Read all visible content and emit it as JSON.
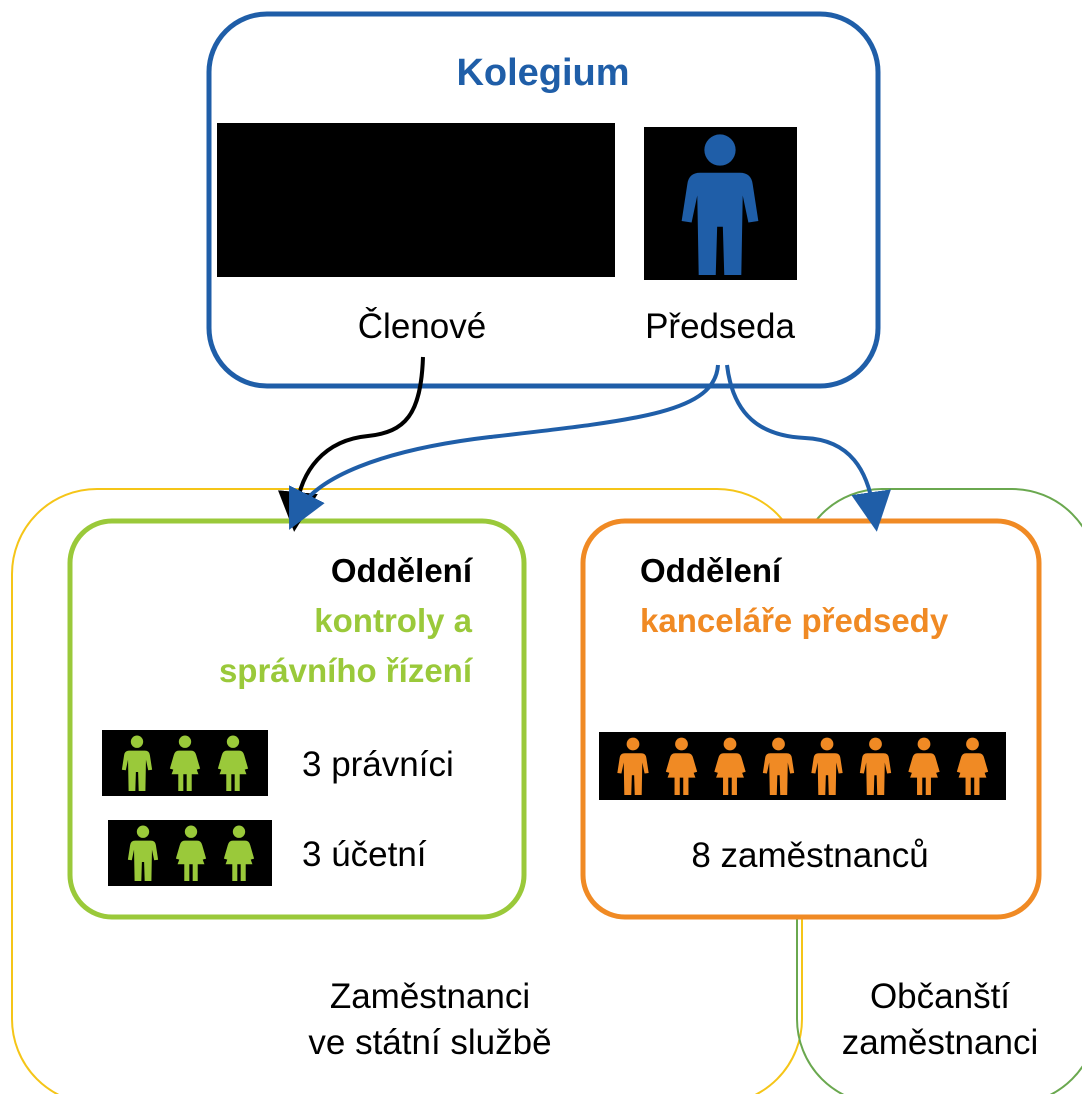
{
  "colors": {
    "blue": "#1f5ea8",
    "yellow": "#f5c518",
    "green_outline": "#6aa84f",
    "lime": "#9ac93a",
    "orange": "#f08a24",
    "black": "#000000"
  },
  "kolegium": {
    "title": "Kolegium",
    "members_label": "Členové",
    "chair_label": "Předseda",
    "chair_icon": "person-icon"
  },
  "dept_control": {
    "heading": "Oddělení",
    "name_line1": "kontroly a",
    "name_line2": "správního řízení",
    "row1_label": "3 právníci",
    "row2_label": "3 účetní",
    "row1_icons": [
      "man-icon",
      "woman-icon",
      "woman-icon"
    ],
    "row2_icons": [
      "man-icon",
      "woman-icon",
      "woman-icon"
    ]
  },
  "dept_office": {
    "heading": "Oddělení",
    "name": "kanceláře předsedy",
    "staff_label": "8 zaměstnanců",
    "icons": [
      "man-icon",
      "woman-icon",
      "woman-icon",
      "man-icon",
      "man-icon",
      "man-icon",
      "woman-icon",
      "woman-icon"
    ]
  },
  "groups": {
    "civil_service_line1": "Zaměstnanci",
    "civil_service_line2": "ve státní službě",
    "civic_line1": "Občanští",
    "civic_line2": "zaměstnanci"
  }
}
